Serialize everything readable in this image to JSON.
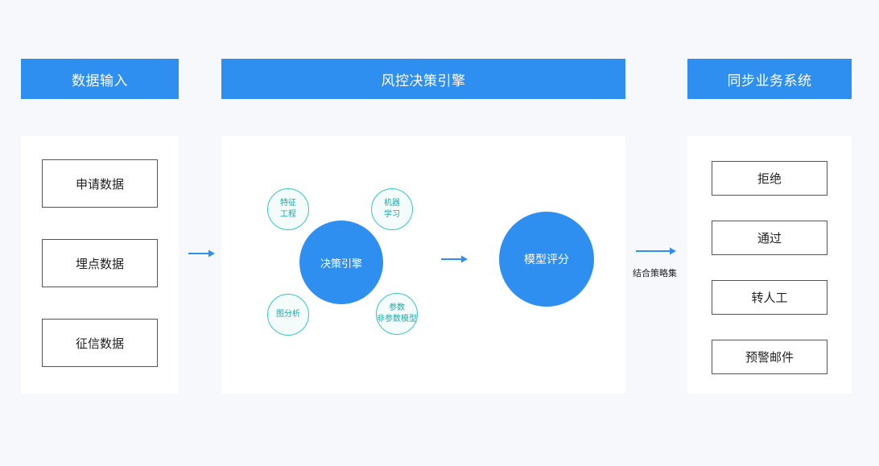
{
  "headers": {
    "input": "数据输入",
    "engine": "风控决策引擎",
    "sync": "同步业务系统"
  },
  "input_boxes": [
    "申请数据",
    "埋点数据",
    "征信数据"
  ],
  "engine": {
    "center_label": "决策引擎",
    "satellites": {
      "top_left": [
        "特征",
        "工程"
      ],
      "top_right": [
        "机器",
        "学习"
      ],
      "bottom_left": [
        "图分析"
      ],
      "bottom_right": [
        "参数",
        "非参数模型"
      ]
    },
    "score_label": "模型评分"
  },
  "strategy_label": "结合策略集",
  "output_boxes": [
    "拒绝",
    "通过",
    "转人工",
    "预警邮件"
  ],
  "colors": {
    "primary": "#2f8ff0",
    "teal": "#35c7c3",
    "background": "#f7f8fc"
  }
}
